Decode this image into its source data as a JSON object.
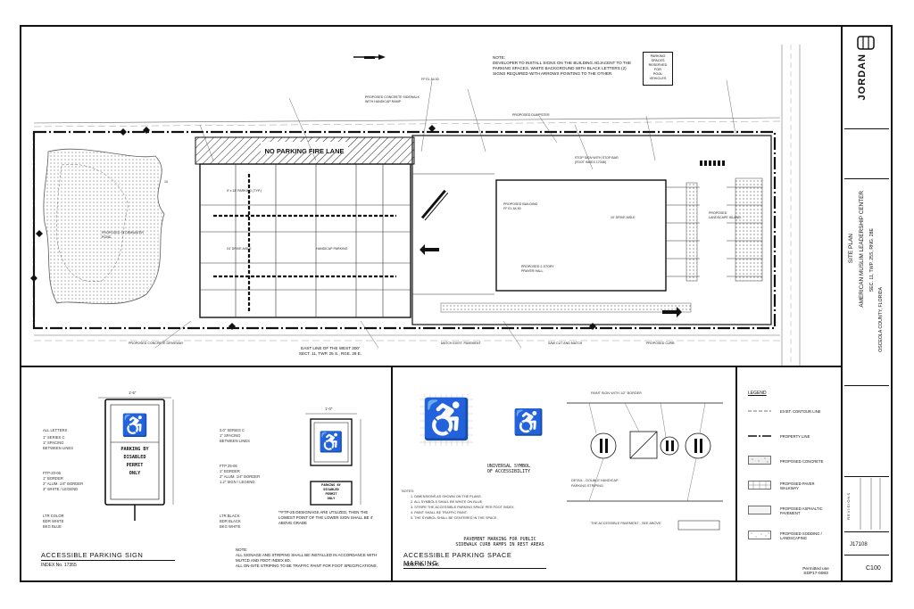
{
  "plan": {
    "note": "NOTE:\nDEVELOPER TO INSTALL SIGNS ON THE BUILDING ADJACENT TO THE PARKING SPACES. WHITE BACKGROUND WITH BLACK LETTERS (2) SIGNS REQUIRED WITH ARROWS POINTING TO THE OTHER.",
    "note_sign": "PARKING\nSPACES\nRESERVED\nFOR\nPOOL\nVEHICLES",
    "fire_lane": "NO PARKING FIRE LANE",
    "east_line": "EAST LINE OF THE WEST 300'\nSECT. 11, TWP. 25 S., RGE. 28 E."
  },
  "panels": {
    "sign_title": "ACCESSIBLE PARKING SIGN",
    "sign_index": "INDEX No. 17355",
    "sign_text": "PARKING BY\nDISABLED\nPERMIT\nONLY",
    "sign_small_text": "PARKING BY\nDISABLED\nPERMIT\nONLY",
    "sign_note_1": "**FTP-25 DESIGNAGE ARE UTILIZED, THEN THE LOWEST POINT OF THE LOWER SIGN SHALL BE 4' ABOVE GRADE",
    "sign_note_2": "NOTE:\nALL SIGNAGE AND STRIPING SHALL BE INSTALLED IN ACCORDANCE WITH MUTCD AND FDOT INDEX 8D.\nALL ON-SITE STRIPING TO BE TRAFFIC PAINT FOR FOOT SPECIFICATIONS.",
    "marking_title": "ACCESSIBLE PARKING SPACE MARKING",
    "marking_index": "INDEX No. 17346",
    "universal_symbol": "UNIVERSAL SYMBOL\nOF ACCESSIBILITY",
    "pavement_marking": "PAVEMENT MARKING FOR PUBLIC\nSIDEWALK CURB RAMPS IN REST AREAS"
  },
  "legend": {
    "title": "LEGEND",
    "items": [
      {
        "label": "EXIST. CONTOUR LINE",
        "pattern": "line-dash"
      },
      {
        "label": "PROPERTY LINE",
        "pattern": "line-solid"
      },
      {
        "label": "PROPOSED CONCRETE",
        "pattern": "dots"
      },
      {
        "label": "PROPOSED PAVER WALKWAY",
        "pattern": "grid"
      },
      {
        "label": "PROPOSED ASPHALTIC PAVEMENT",
        "pattern": "plain"
      },
      {
        "label": "PROPOSED SODDING / LANDSCAPING",
        "pattern": "speckle"
      }
    ]
  },
  "title_block": {
    "firm": "JORDAN",
    "sheet_name": "SITE PLAN",
    "project": "AMERICAN MUSLIM LEADERSHIP CENTER",
    "location": "OSCEOLA COUNTY, FLORIDA",
    "section": "SEC. 11, TWP. 25S, RNG. 28E",
    "revisions": "REVISIONS",
    "job_no": "J17108",
    "sheet_no": "C100",
    "permitted_use_label": "Permitted use",
    "permitted_use_value": "SDP17-0083"
  }
}
